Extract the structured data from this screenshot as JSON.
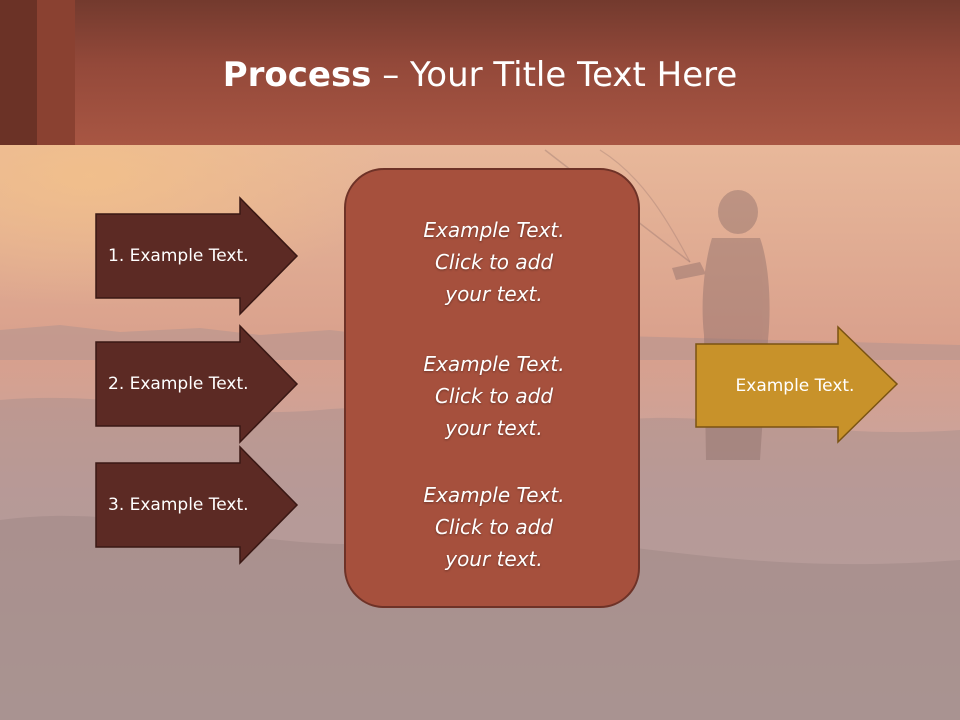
{
  "slide": {
    "title_bold": "Process",
    "title_rest": " – Your Title Text Here"
  },
  "steps": [
    {
      "label": "1. Example Text."
    },
    {
      "label": "2. Example Text."
    },
    {
      "label": "3. Example Text."
    }
  ],
  "center_box": {
    "blocks": [
      {
        "lines": [
          "Example Text.",
          "Click  to add",
          "your text."
        ]
      },
      {
        "lines": [
          "Example Text.",
          "Click  to add",
          "your text."
        ]
      },
      {
        "lines": [
          "Example Text.",
          "Click  to add",
          "your text."
        ]
      }
    ]
  },
  "output_arrow": {
    "label": "Example Text."
  },
  "colors": {
    "header": "#a85643",
    "step_fill": "#5c2a24",
    "center_fill": "#a6503d",
    "output_fill": "#c8922a"
  }
}
